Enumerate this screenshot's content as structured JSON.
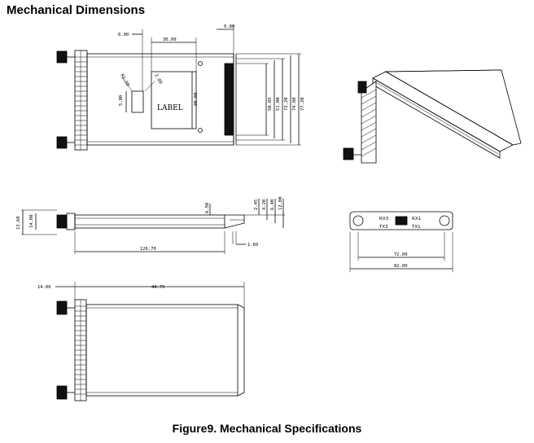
{
  "heading": "Mechanical Dimensions",
  "caption": "Figure9. Mechanical Specifications",
  "top_view": {
    "dim_6_00": "6.00",
    "dim_30_00": "30.00",
    "dim_0_80": "0.80",
    "dim_2_00": "2.00",
    "dim_5_00": "5.00",
    "dim_90_00": "90.00",
    "dim_r1": "R1.50",
    "label_text": "LABEL",
    "dim_50_05": "50.05",
    "dim_51_00": "51.00",
    "dim_72_20": "72.20",
    "dim_74_80": "74.80",
    "dim_77_20": "77.20"
  },
  "side_view": {
    "dim_13_60": "13.60",
    "dim_14_00": "14.00",
    "dim_6_50": "6.50",
    "dim_2_45": "2.45",
    "dim_4_20": "4.20",
    "dim_6_40": "6.40",
    "dim_12_00": "12.00",
    "dim_1_60": "1.60",
    "dim_126_70": "126.70"
  },
  "end_view": {
    "rx3": "RX3",
    "rx1": "RX1",
    "tx3": "TX3",
    "tx1": "TX1",
    "dim_72_00": "72.00",
    "dim_82_00": "82.00"
  },
  "bottom_view": {
    "dim_14_00": "14.00",
    "dim_44_75": "44.75"
  }
}
